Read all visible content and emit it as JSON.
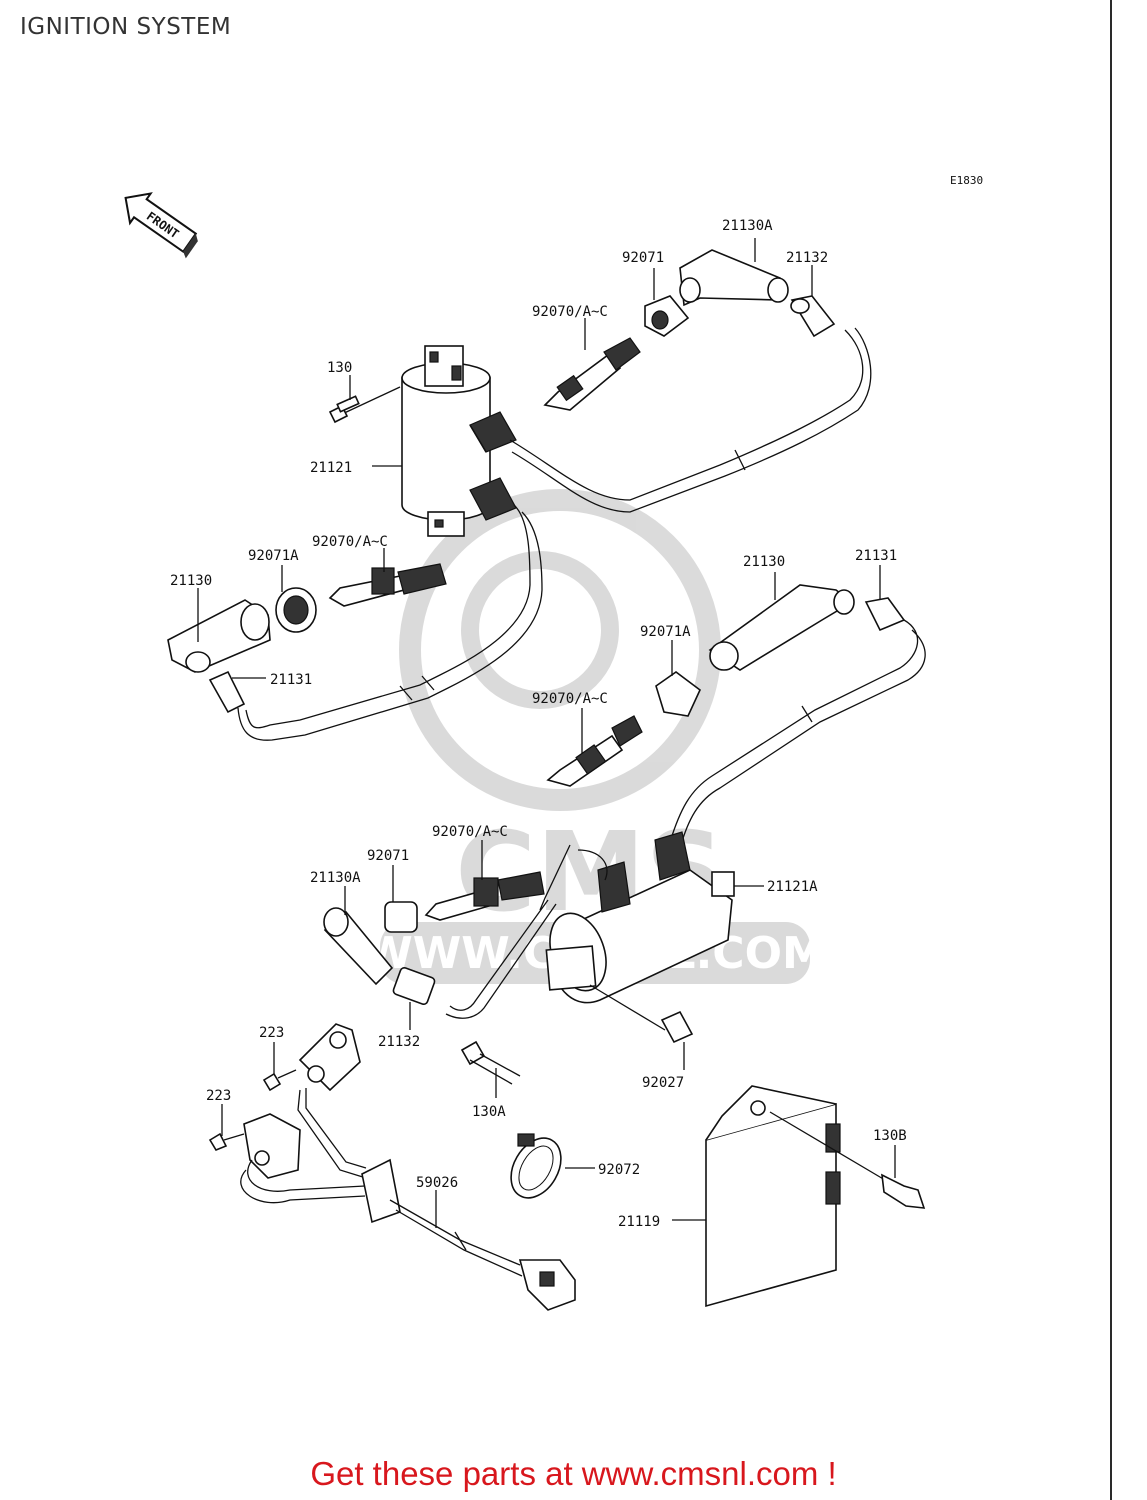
{
  "title": "IGNITION SYSTEM",
  "ref_code": "E1830",
  "front_label": "FRONT",
  "watermark": {
    "text": "CMS",
    "url": "WWW.CMSNL.COM"
  },
  "promo": "Get these parts at www.cmsnl.com !",
  "callouts": [
    {
      "id": "c1",
      "text": "130"
    },
    {
      "id": "c2",
      "text": "21121"
    },
    {
      "id": "c3",
      "text": "92070/A~C"
    },
    {
      "id": "c4",
      "text": "92071"
    },
    {
      "id": "c5",
      "text": "21130A"
    },
    {
      "id": "c6",
      "text": "21132"
    },
    {
      "id": "c7",
      "text": "92070/A~C"
    },
    {
      "id": "c8",
      "text": "92071A"
    },
    {
      "id": "c9",
      "text": "21130"
    },
    {
      "id": "c10",
      "text": "21131"
    },
    {
      "id": "c11",
      "text": "21130"
    },
    {
      "id": "c12",
      "text": "21131"
    },
    {
      "id": "c13",
      "text": "92071A"
    },
    {
      "id": "c14",
      "text": "92070/A~C"
    },
    {
      "id": "c15",
      "text": "92070/A~C"
    },
    {
      "id": "c16",
      "text": "92071"
    },
    {
      "id": "c17",
      "text": "21130A"
    },
    {
      "id": "c18",
      "text": "21121A"
    },
    {
      "id": "c19",
      "text": "21132"
    },
    {
      "id": "c20",
      "text": "223"
    },
    {
      "id": "c21",
      "text": "223"
    },
    {
      "id": "c22",
      "text": "130A"
    },
    {
      "id": "c23",
      "text": "92027"
    },
    {
      "id": "c24",
      "text": "130B"
    },
    {
      "id": "c25",
      "text": "92072"
    },
    {
      "id": "c26",
      "text": "59026"
    },
    {
      "id": "c27",
      "text": "21119"
    }
  ]
}
